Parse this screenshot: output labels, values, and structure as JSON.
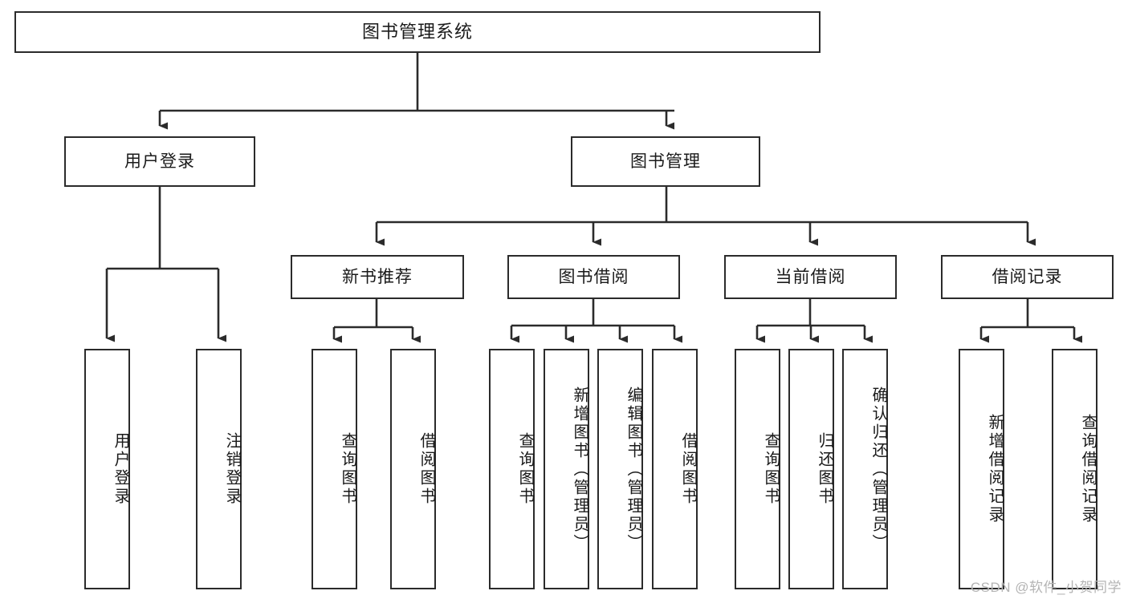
{
  "diagram": {
    "title": "图书管理系统",
    "type": "功能结构图",
    "colors": {
      "border": "#2b2b2b",
      "background": "#ffffff",
      "text": "#1a1a1a",
      "connector": "#2b2b2b",
      "watermark": "#b4b4b4"
    },
    "root": {
      "label": "图书管理系统"
    },
    "level2": [
      {
        "label": "用户登录"
      },
      {
        "label": "图书管理"
      }
    ],
    "level3": [
      {
        "label": "新书推荐"
      },
      {
        "label": "图书借阅"
      },
      {
        "label": "当前借阅"
      },
      {
        "label": "借阅记录"
      }
    ],
    "leaves": {
      "user_login": [
        {
          "label": "用户登录"
        },
        {
          "label": "注销登录"
        }
      ],
      "new_book_recommend": [
        {
          "label": "查询图书"
        },
        {
          "label": "借阅图书"
        }
      ],
      "book_borrow": [
        {
          "label": "查询图书"
        },
        {
          "label": "新增图书（管理员）"
        },
        {
          "label": "编辑图书（管理员）"
        },
        {
          "label": "借阅图书"
        }
      ],
      "current_borrow": [
        {
          "label": "查询图书"
        },
        {
          "label": "归还图书"
        },
        {
          "label": "确认归还（管理员）"
        }
      ],
      "borrow_records": [
        {
          "label": "新增借阅记录"
        },
        {
          "label": "查询借阅记录"
        }
      ]
    },
    "watermark": "CSDN @软件_小贺同学"
  }
}
